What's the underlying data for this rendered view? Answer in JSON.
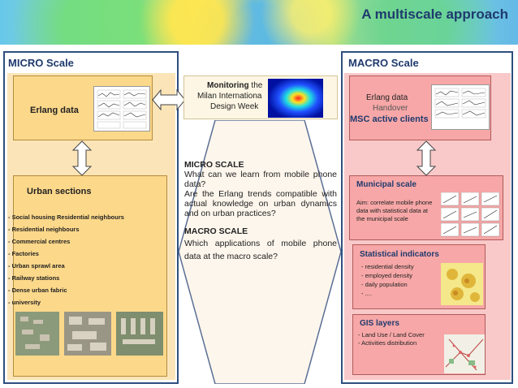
{
  "title": "A multiscale approach",
  "micro": {
    "label": "MICRO Scale",
    "erlang": "Erlang data",
    "urban_title": "Urban sections",
    "urban_items": [
      "- Social housing Residential neighbours",
      "- Residential neighbours",
      "- Commercial centres",
      "- Factories",
      "- Urban sprawl area",
      "- Railway stations",
      "- Dense urban fabric",
      "- university"
    ]
  },
  "monitoring": {
    "line1_bold": "Monitoring",
    "line1_rest": " the",
    "line2": "Milan Internationa",
    "line3": "Design Week"
  },
  "center": {
    "h1": "MICRO SCALE",
    "p1": "What can we learn from mobile phone data?",
    "p2": "Are the Erlang trends compatible with actual knowledge on urban dynamics and on urban practices?",
    "h2": "MACRO SCALE",
    "p3": "Which applications of mobile phone data at the macro scale?"
  },
  "macro": {
    "label": "MACRO Scale",
    "erlang_l1": "Erlang data",
    "erlang_l2": "Handover",
    "erlang_l3": "MSC  active clients",
    "municipal_title": "Municipal scale",
    "municipal_text": "Aim: correlate mobile phone data with statistical data at the municipal scale",
    "stat_title": "Statistical indicators",
    "stat_items": [
      "- residential density",
      "- employed density",
      "- daily population",
      "- ...."
    ],
    "gis_title": "GIS layers",
    "gis_items": [
      "- Land Use / Land Cover",
      "- Activities distribution"
    ]
  },
  "colors": {
    "title": "#1f3a6e",
    "micro_fill": "#fcd88a",
    "macro_fill": "#f7a7a7",
    "frame": "#2f4f7f"
  }
}
